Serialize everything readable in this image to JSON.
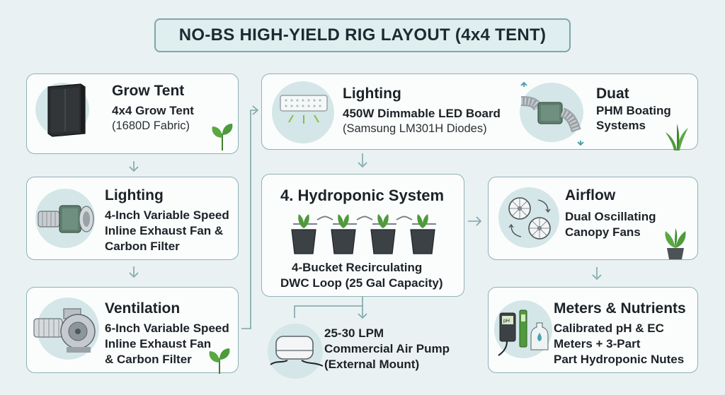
{
  "title": "NO-BS HIGH-YIELD RIG LAYOUT (4x4 TENT)",
  "cards": {
    "grow_tent": {
      "heading": "Grow Tent",
      "line1": "4x4 Grow Tent",
      "line2": "(1680D Fabric)",
      "icon": "tent-icon"
    },
    "lighting_fan": {
      "heading": "Lighting",
      "line1": "4-Inch Variable Speed",
      "line2": "Inline Exhaust Fan &",
      "line3": "Carbon Filter",
      "icon": "inline-fan-icon"
    },
    "ventilation": {
      "heading": "Ventilation",
      "line1": "6-Inch Variable Speed",
      "line2": "Inline Exhaust Fan",
      "line3": "& Carbon Filter",
      "icon": "blower-fan-icon"
    },
    "lighting_led": {
      "heading": "Lighting",
      "line1": "450W Dimmable LED Board",
      "line2": "(Samsung LM301H Diodes)",
      "icon": "led-board-icon"
    },
    "duct": {
      "heading": "Duat",
      "line1": "PHM Boating",
      "line2": "Systems",
      "icon": "duct-icon"
    },
    "hydroponic": {
      "heading": "4. Hydroponic System",
      "line1": "4-Bucket Recirculating",
      "line2": "DWC Loop (25 Gal Capacity)",
      "icon": "bucket-array-icon"
    },
    "air_pump": {
      "line1": "25-30 LPM",
      "line2": "Commercial Air Pump",
      "line3": "(External Mount)",
      "icon": "air-pump-icon"
    },
    "airflow": {
      "heading": "Airflow",
      "line1": "Dual Oscillating",
      "line2": "Canopy Fans",
      "icon": "oscillating-fans-icon"
    },
    "meters": {
      "heading": "Meters & Nutrients",
      "line1": "Calibrated pH & EC",
      "line2": "Meters + 3-Part",
      "line3": "Part Hydroponic Nutes",
      "icon": "meters-icon",
      "ph_label": "pH"
    }
  },
  "colors": {
    "accent": "#7ea6ab",
    "border": "#8fb1b5",
    "leaf": "#4f9a3c",
    "icon_bg": "#d4e6e8"
  }
}
